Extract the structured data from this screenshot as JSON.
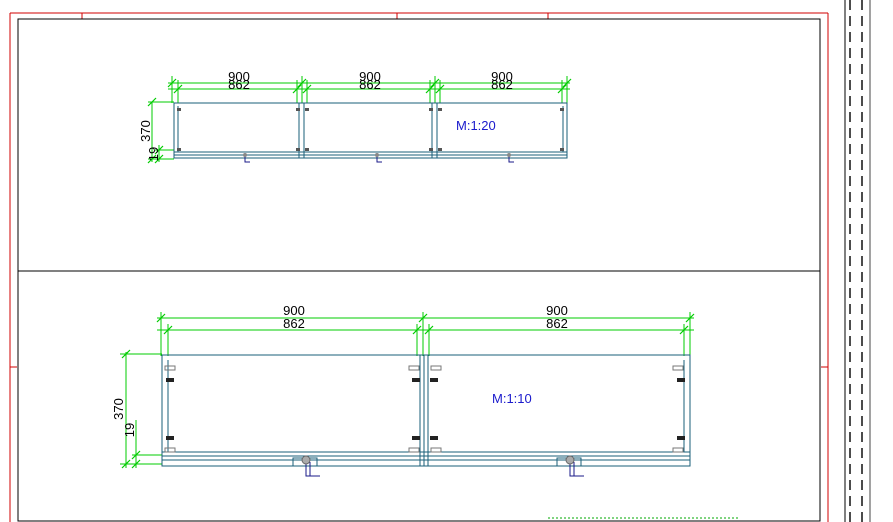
{
  "colors": {
    "frame": "#d00000",
    "dimension": "#00cc00",
    "outline": "#1a5f7a",
    "scale_text": "#1a1acc",
    "top_edge": "#d00000"
  },
  "top_view": {
    "scale": "M:1:20",
    "widths_outer": [
      "900",
      "900",
      "900"
    ],
    "widths_inner": [
      "862",
      "862",
      "862"
    ],
    "depth": "370",
    "panel": "19"
  },
  "bottom_view": {
    "scale": "M:1:10",
    "widths_outer": [
      "900",
      "900"
    ],
    "widths_inner": [
      "862",
      "862"
    ],
    "depth": "370",
    "panel": "19"
  }
}
